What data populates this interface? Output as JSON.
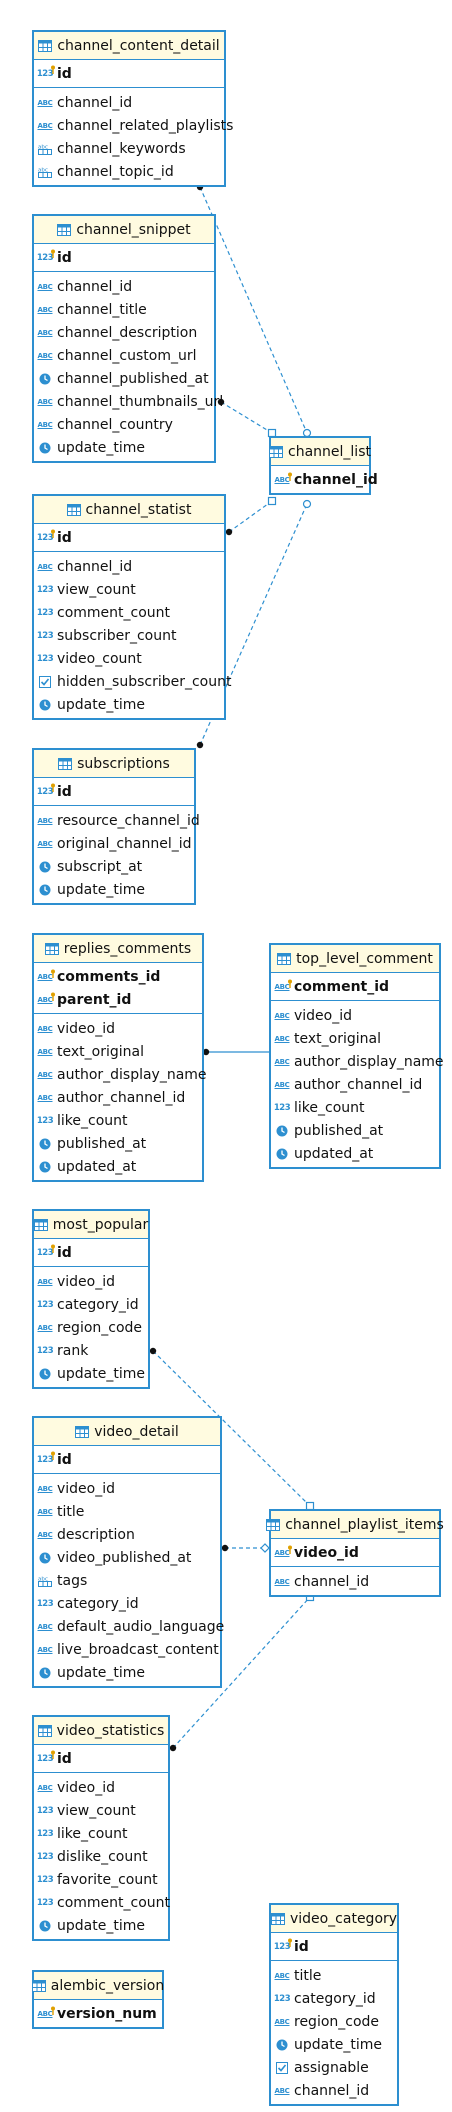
{
  "tables": [
    {
      "id": "channel_content_detail",
      "title": "channel_content_detail",
      "pk": [
        {
          "name": "id",
          "type": "num"
        }
      ],
      "cols": [
        {
          "name": "channel_id",
          "type": "abc"
        },
        {
          "name": "channel_related_playlists",
          "type": "abc"
        },
        {
          "name": "channel_keywords",
          "type": "array"
        },
        {
          "name": "channel_topic_id",
          "type": "array"
        }
      ]
    },
    {
      "id": "channel_snippet",
      "title": "channel_snippet",
      "pk": [
        {
          "name": "id",
          "type": "num"
        }
      ],
      "cols": [
        {
          "name": "channel_id",
          "type": "abc"
        },
        {
          "name": "channel_title",
          "type": "abc"
        },
        {
          "name": "channel_description",
          "type": "abc"
        },
        {
          "name": "channel_custom_url",
          "type": "abc"
        },
        {
          "name": "channel_published_at",
          "type": "time"
        },
        {
          "name": "channel_thumbnails_url",
          "type": "abc"
        },
        {
          "name": "channel_country",
          "type": "abc"
        },
        {
          "name": "update_time",
          "type": "time"
        }
      ]
    },
    {
      "id": "channel_list",
      "title": "channel_list",
      "pk": [
        {
          "name": "channel_id",
          "type": "abc"
        }
      ],
      "cols": []
    },
    {
      "id": "channel_statist",
      "title": "channel_statist",
      "pk": [
        {
          "name": "id",
          "type": "num"
        }
      ],
      "cols": [
        {
          "name": "channel_id",
          "type": "abc"
        },
        {
          "name": "view_count",
          "type": "num"
        },
        {
          "name": "comment_count",
          "type": "num"
        },
        {
          "name": "subscriber_count",
          "type": "num"
        },
        {
          "name": "video_count",
          "type": "num"
        },
        {
          "name": "hidden_subscriber_count",
          "type": "bool"
        },
        {
          "name": "update_time",
          "type": "time"
        }
      ]
    },
    {
      "id": "subscriptions",
      "title": "subscriptions",
      "pk": [
        {
          "name": "id",
          "type": "num"
        }
      ],
      "cols": [
        {
          "name": "resource_channel_id",
          "type": "abc"
        },
        {
          "name": "original_channel_id",
          "type": "abc"
        },
        {
          "name": "subscript_at",
          "type": "time"
        },
        {
          "name": "update_time",
          "type": "time"
        }
      ]
    },
    {
      "id": "replies_comments",
      "title": "replies_comments",
      "pk": [
        {
          "name": "comments_id",
          "type": "abc"
        },
        {
          "name": "parent_id",
          "type": "abc"
        }
      ],
      "cols": [
        {
          "name": "video_id",
          "type": "abc"
        },
        {
          "name": "text_original",
          "type": "abc"
        },
        {
          "name": "author_display_name",
          "type": "abc"
        },
        {
          "name": "author_channel_id",
          "type": "abc"
        },
        {
          "name": "like_count",
          "type": "num"
        },
        {
          "name": "published_at",
          "type": "time"
        },
        {
          "name": "updated_at",
          "type": "time"
        }
      ]
    },
    {
      "id": "top_level_comment",
      "title": "top_level_comment",
      "pk": [
        {
          "name": "comment_id",
          "type": "abc"
        }
      ],
      "cols": [
        {
          "name": "video_id",
          "type": "abc"
        },
        {
          "name": "text_original",
          "type": "abc"
        },
        {
          "name": "author_display_name",
          "type": "abc"
        },
        {
          "name": "author_channel_id",
          "type": "abc"
        },
        {
          "name": "like_count",
          "type": "num"
        },
        {
          "name": "published_at",
          "type": "time"
        },
        {
          "name": "updated_at",
          "type": "time"
        }
      ]
    },
    {
      "id": "most_popular",
      "title": "most_popular",
      "pk": [
        {
          "name": "id",
          "type": "num"
        }
      ],
      "cols": [
        {
          "name": "video_id",
          "type": "abc"
        },
        {
          "name": "category_id",
          "type": "num"
        },
        {
          "name": "region_code",
          "type": "abc"
        },
        {
          "name": "rank",
          "type": "num"
        },
        {
          "name": "update_time",
          "type": "time"
        }
      ]
    },
    {
      "id": "video_detail",
      "title": "video_detail",
      "pk": [
        {
          "name": "id",
          "type": "num"
        }
      ],
      "cols": [
        {
          "name": "video_id",
          "type": "abc"
        },
        {
          "name": "title",
          "type": "abc"
        },
        {
          "name": "description",
          "type": "abc"
        },
        {
          "name": "video_published_at",
          "type": "time"
        },
        {
          "name": "tags",
          "type": "array"
        },
        {
          "name": "category_id",
          "type": "num"
        },
        {
          "name": "default_audio_language",
          "type": "abc"
        },
        {
          "name": "live_broadcast_content",
          "type": "abc"
        },
        {
          "name": "update_time",
          "type": "time"
        }
      ]
    },
    {
      "id": "channel_playlist_items",
      "title": "channel_playlist_items",
      "pk": [
        {
          "name": "video_id",
          "type": "abc"
        }
      ],
      "cols": [
        {
          "name": "channel_id",
          "type": "abc"
        }
      ]
    },
    {
      "id": "video_statistics",
      "title": "video_statistics",
      "pk": [
        {
          "name": "id",
          "type": "num"
        }
      ],
      "cols": [
        {
          "name": "video_id",
          "type": "abc"
        },
        {
          "name": "view_count",
          "type": "num"
        },
        {
          "name": "like_count",
          "type": "num"
        },
        {
          "name": "dislike_count",
          "type": "num"
        },
        {
          "name": "favorite_count",
          "type": "num"
        },
        {
          "name": "comment_count",
          "type": "num"
        },
        {
          "name": "update_time",
          "type": "time"
        }
      ]
    },
    {
      "id": "video_category",
      "title": "video_category",
      "pk": [
        {
          "name": "id",
          "type": "num"
        }
      ],
      "cols": [
        {
          "name": "title",
          "type": "abc"
        },
        {
          "name": "category_id",
          "type": "num"
        },
        {
          "name": "region_code",
          "type": "abc"
        },
        {
          "name": "update_time",
          "type": "time"
        },
        {
          "name": "assignable",
          "type": "bool"
        },
        {
          "name": "channel_id",
          "type": "abc"
        }
      ]
    },
    {
      "id": "alembic_version",
      "title": "alembic_version",
      "pk": [
        {
          "name": "version_num",
          "type": "abc"
        }
      ],
      "cols": []
    }
  ],
  "relations": [
    {
      "from": "channel_content_detail",
      "to": "channel_list",
      "style": "dashed"
    },
    {
      "from": "channel_snippet",
      "to": "channel_list",
      "style": "dashed"
    },
    {
      "from": "channel_statist",
      "to": "channel_list",
      "style": "dashed"
    },
    {
      "from": "subscriptions",
      "to": "channel_list",
      "style": "dashed"
    },
    {
      "from": "replies_comments",
      "to": "top_level_comment",
      "style": "solid"
    },
    {
      "from": "most_popular",
      "to": "channel_playlist_items",
      "style": "dashed"
    },
    {
      "from": "video_detail",
      "to": "channel_playlist_items",
      "style": "dashed"
    },
    {
      "from": "video_statistics",
      "to": "channel_playlist_items",
      "style": "dashed"
    }
  ],
  "colors": {
    "border": "#2d8fd0",
    "header_bg": "#fffbe0",
    "line": "#2d8fd0",
    "dot": "#111111"
  },
  "icons": {
    "table": "table-icon",
    "num": "numeric-type-icon",
    "abc": "text-type-icon",
    "time": "clock-icon",
    "bool": "checkbox-icon",
    "array": "array-type-icon",
    "key": "key-icon"
  }
}
